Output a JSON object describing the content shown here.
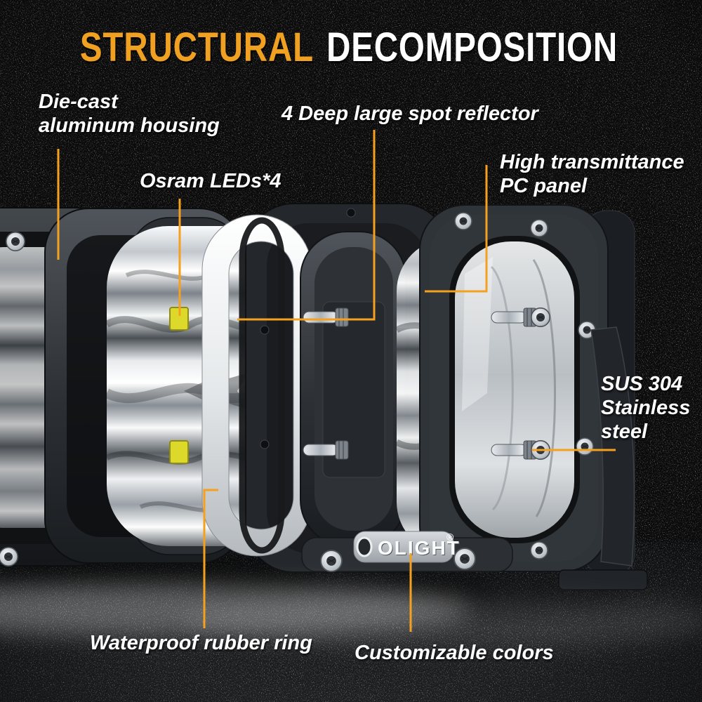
{
  "colors": {
    "accent": "#F5A01E",
    "title_accent": "#F0A122",
    "led": "#DCD92B",
    "text": "#FFFFFF",
    "background": "#0B0B0C"
  },
  "title": {
    "word1": "STRUCTURAL",
    "word2": "DECOMPOSITION"
  },
  "callouts": {
    "housing": {
      "line1": "Die-cast",
      "line2": "aluminum housing"
    },
    "leds": {
      "line1": "Osram LEDs*4"
    },
    "reflector": {
      "line1": "4 Deep large spot reflector"
    },
    "pc_panel": {
      "line1": "High transmittance",
      "line2": "PC panel"
    },
    "stainless": {
      "line1": "SUS 304",
      "line2": "Stainless",
      "line3": "steel"
    },
    "rubber_ring": {
      "line1": "Waterproof rubber ring"
    },
    "custom_colors": {
      "line1": "Customizable colors"
    }
  },
  "watermark": {
    "brand": "OLIGHT",
    "registered": "®"
  }
}
